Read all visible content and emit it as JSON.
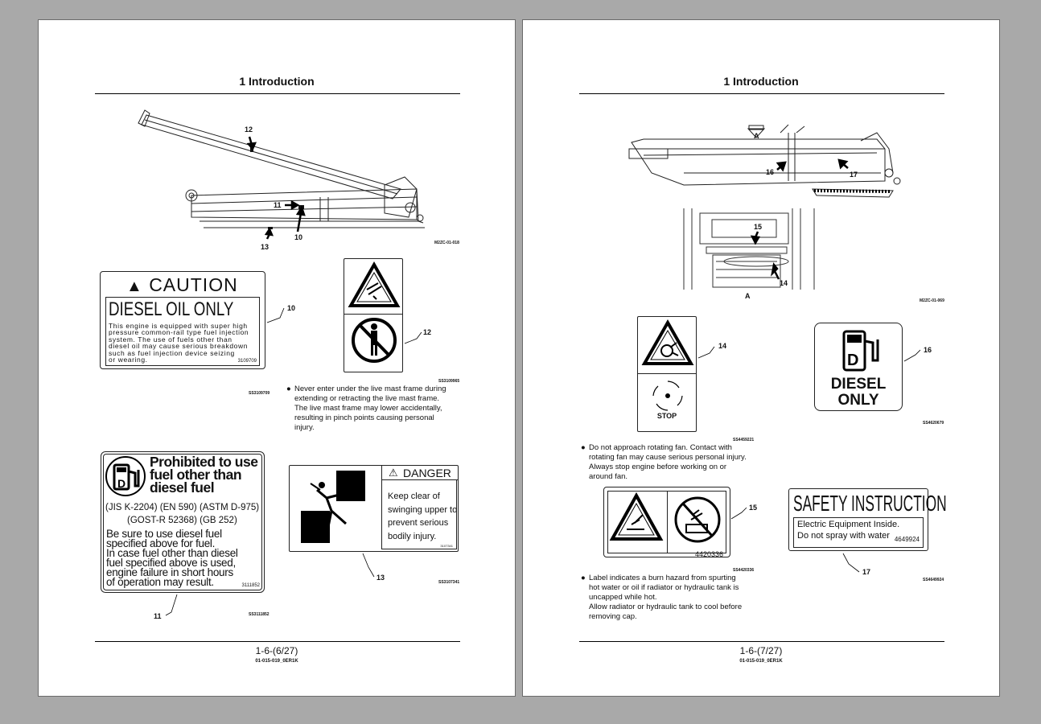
{
  "left_page": {
    "header": "1 Introduction",
    "figure_code": "M2ZC-01-018",
    "callouts": {
      "c10": "10",
      "c11": "11",
      "c12": "12",
      "c13": "13"
    },
    "caution_label": {
      "title": "CAUTION",
      "heading": "DIESEL OIL ONLY",
      "lines": [
        "This engine is equipped with super high",
        "pressure common-rail type fuel injection",
        "system. The use of fuels other than",
        "diesel oil may cause serious breakdown",
        "such as fuel injection device seizing",
        "or wearing."
      ],
      "part_no": "3109709",
      "code": "SS3109709"
    },
    "label12_code": "SS3109965",
    "bullet": [
      "Never enter under the live mast frame during",
      "extending or retracting the live mast frame.",
      "The live mast frame may lower accidentally,",
      "resulting in pinch points causing personal",
      "injury."
    ],
    "fuel_label": {
      "title_lines": [
        "Prohibited to use",
        "fuel other than",
        "diesel fuel"
      ],
      "std_line1": "(JIS K-2204) (EN 590) (ASTM D-975)",
      "std_line2": "(GOST-R 52368) (GB 252)",
      "body_lines": [
        "Be sure to use diesel fuel",
        "specified above for fuel.",
        "In case fuel other than diesel",
        "fuel specified above is used,",
        "engine failure in short hours",
        "of operation may result."
      ],
      "part_no": "3111852",
      "code": "SS3111852"
    },
    "danger_label": {
      "title": "DANGER",
      "lines": [
        "Keep clear of",
        "swinging upper to",
        "prevent serious",
        "bodily injury."
      ],
      "part_no": "3107341",
      "code": "SS3107341"
    },
    "page_number": "1-6-(6/27)",
    "doc_code": "01-015-019_0ER1K"
  },
  "right_page": {
    "header": "1 Introduction",
    "figure_code": "M2ZC-01-069",
    "view_label": "A",
    "callouts": {
      "c14": "14",
      "c15": "15",
      "c16": "16",
      "c17": "17"
    },
    "label14": {
      "stop": "STOP",
      "code": "SS4459221"
    },
    "bullet1": [
      "Do not approach rotating fan. Contact with",
      "rotating fan may cause serious personal injury.",
      "Always stop engine before working on or",
      "around fan."
    ],
    "diesel_label": {
      "line1": "DIESEL",
      "line2": "ONLY",
      "pump_letter": "D",
      "code": "SS4620679"
    },
    "label15": {
      "part_no": "4420336",
      "code": "SS4420336"
    },
    "safety_label": {
      "title": "SAFETY INSTRUCTION",
      "line1": "Electric Equipment Inside.",
      "line2": "Do not spray with water",
      "part_no": "4649924",
      "code": "SS4649924"
    },
    "bullet2": [
      "Label indicates a burn hazard from spurting",
      "hot water or oil if radiator or hydraulic tank is",
      "uncapped while hot.",
      "Allow radiator or hydraulic tank to cool before",
      "removing cap."
    ],
    "page_number": "1-6-(7/27)",
    "doc_code": "01-015-019_0ER1K"
  }
}
